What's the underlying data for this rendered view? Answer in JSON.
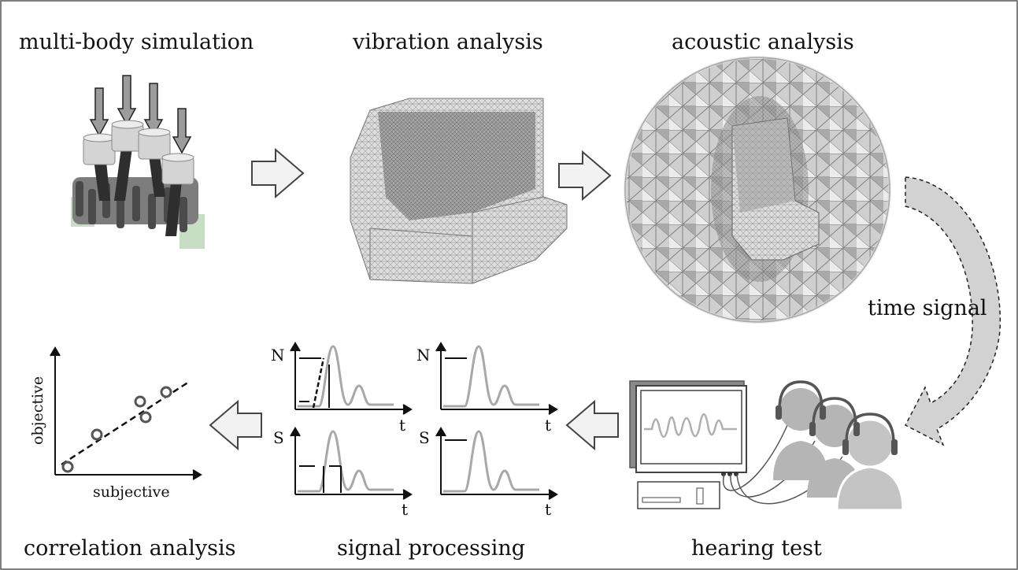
{
  "labels": {
    "multi_body": "multi-body simulation",
    "vibration": "vibration analysis",
    "acoustic": "acoustic analysis",
    "time_signal": "time signal",
    "correlation": "correlation analysis",
    "signal_processing": "signal processing",
    "hearing_test": "hearing test"
  },
  "correlation_plot": {
    "x_label": "subjective",
    "y_label": "objective"
  },
  "signal_plots": {
    "n_label": "N",
    "s_label": "S",
    "t_label": "t"
  },
  "colors": {
    "ink": "#111111",
    "arrow_fill": "#f2f2f2",
    "arrow_stroke": "#444444",
    "curve": "#a8a8a8",
    "mesh_dark": "#6f6f6f",
    "mesh_light": "#d8d8d8",
    "person": "#b5b5b5"
  }
}
